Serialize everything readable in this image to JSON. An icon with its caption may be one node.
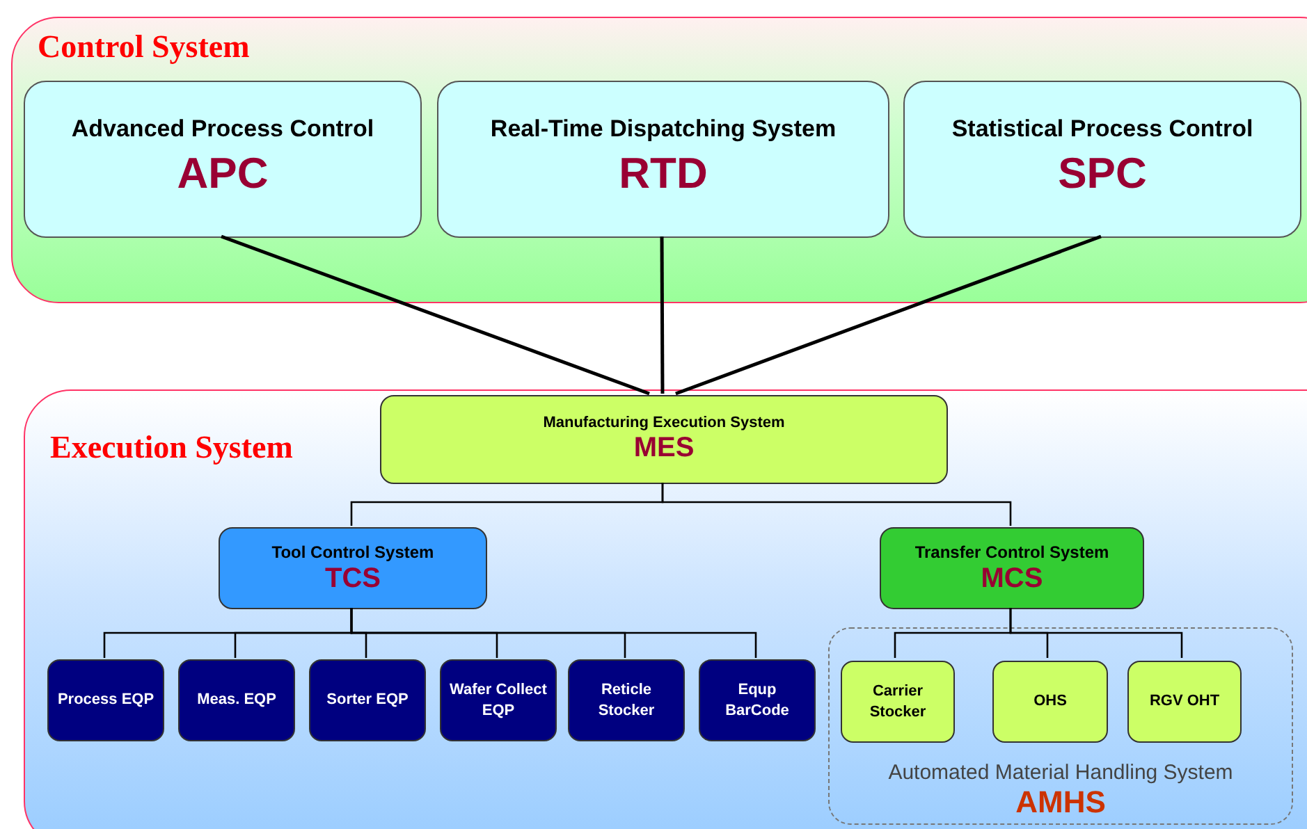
{
  "diagram": {
    "nodes": [
      {
        "text": [
          "Control System"
        ]
      },
      {
        "text": [
          "Advanced Process Control",
          "APC"
        ],
        "in": 0
      },
      {
        "text": [
          "Real-Time Dispatching System",
          "RTD"
        ],
        "in": 0
      },
      {
        "text": [
          "Statistical Process Control",
          "SPC"
        ],
        "in": 0
      },
      {
        "text": [
          "Execution System"
        ]
      },
      {
        "text": [
          "Manufacturing Execution System",
          "MES"
        ],
        "in": 4
      },
      {
        "text": [
          "Tool Control System",
          "TCS"
        ],
        "in": 4
      },
      {
        "text": [
          "Transfer Control System",
          "MCS"
        ],
        "in": 4
      },
      {
        "text": [
          "Process EQP"
        ],
        "in": 4
      },
      {
        "text": [
          "Meas. EQP"
        ],
        "in": 4
      },
      {
        "text": [
          "Sorter EQP"
        ],
        "in": 4
      },
      {
        "text": [
          "Wafer Collect EQP"
        ],
        "in": 4
      },
      {
        "text": [
          "Reticle Stocker"
        ],
        "in": 4
      },
      {
        "text": [
          "Equp BarCode"
        ],
        "in": 4
      },
      {
        "text": [
          "Automated Material Handling System",
          "AMHS"
        ],
        "in": 4
      },
      {
        "text": [
          "Carrier Stocker"
        ],
        "in": 14
      },
      {
        "text": [
          "OHS"
        ],
        "in": 14
      },
      {
        "text": [
          "RGV OHT"
        ],
        "in": 14
      }
    ],
    "edges": [
      {
        "from": 1,
        "to": 5,
        "arrow": "none"
      },
      {
        "from": 2,
        "to": 5,
        "arrow": "none"
      },
      {
        "from": 3,
        "to": 5,
        "arrow": "none"
      },
      {
        "from": 5,
        "to": 6,
        "arrow": "none"
      },
      {
        "from": 5,
        "to": 7,
        "arrow": "none"
      },
      {
        "from": 6,
        "to": 8,
        "arrow": "none"
      },
      {
        "from": 6,
        "to": 9,
        "arrow": "none"
      },
      {
        "from": 6,
        "to": 10,
        "arrow": "none"
      },
      {
        "from": 6,
        "to": 11,
        "arrow": "none"
      },
      {
        "from": 6,
        "to": 12,
        "arrow": "none"
      },
      {
        "from": 6,
        "to": 13,
        "arrow": "none"
      },
      {
        "from": 7,
        "to": 15,
        "arrow": "none"
      },
      {
        "from": 7,
        "to": 16,
        "arrow": "none"
      },
      {
        "from": 7,
        "to": 17,
        "arrow": "none"
      }
    ]
  }
}
